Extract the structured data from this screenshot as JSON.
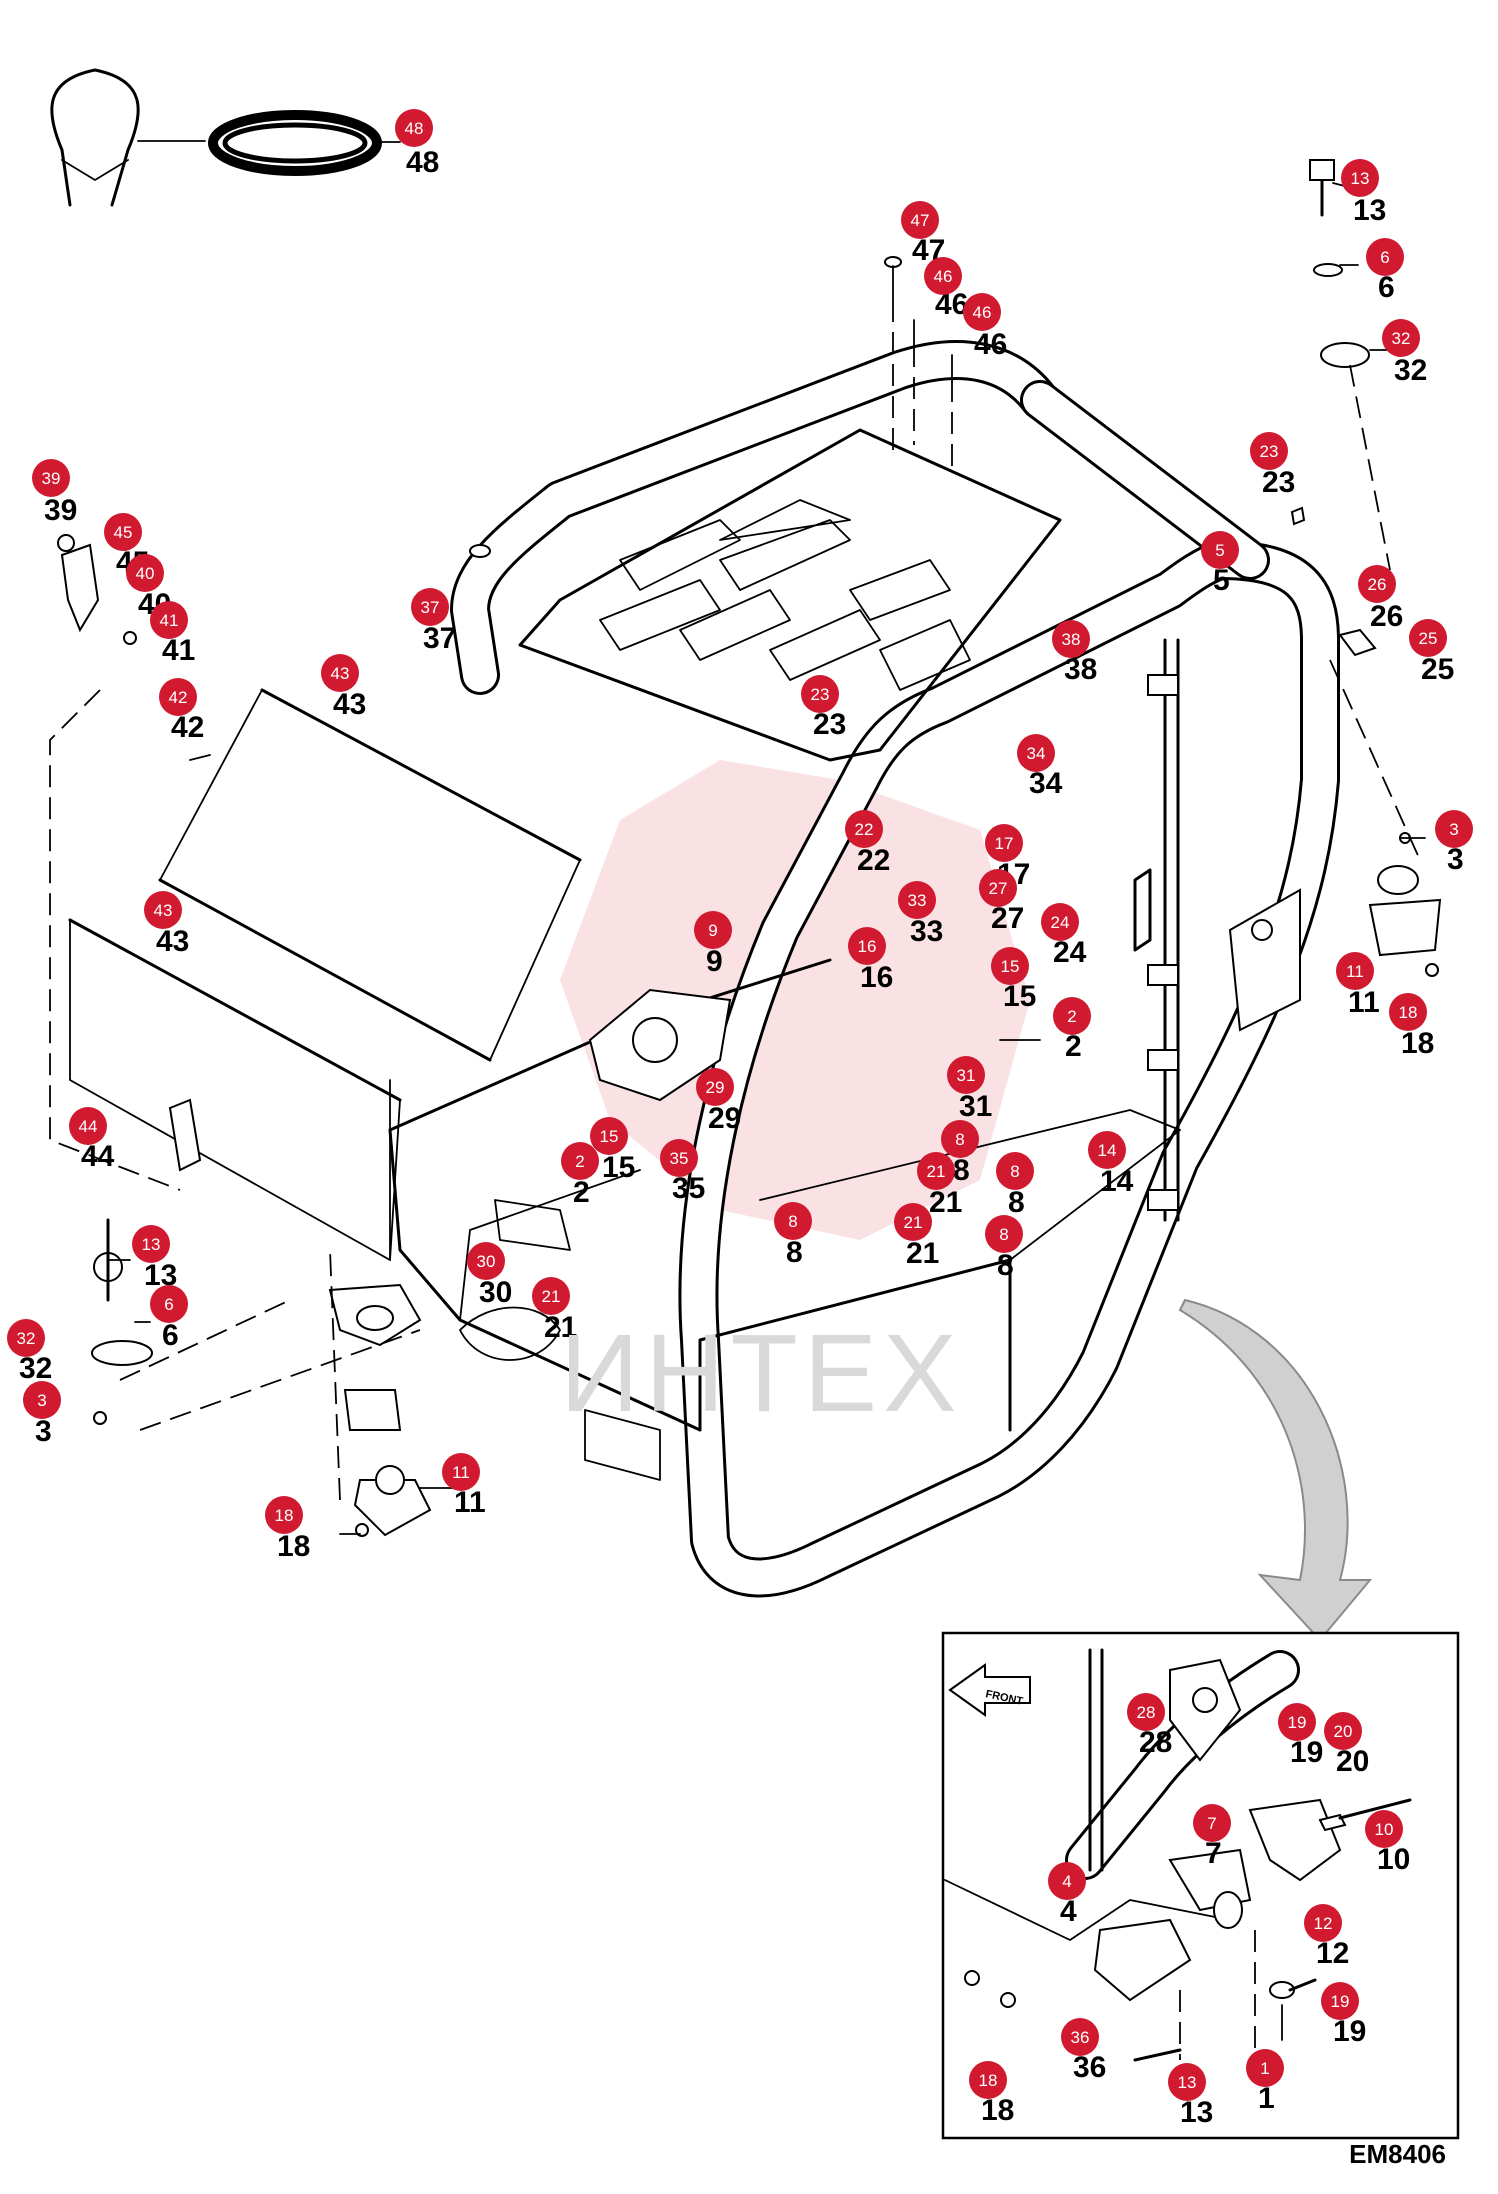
{
  "diagram": {
    "code": "EM8406",
    "brand": "ИНТЕХ",
    "front_label": "FRONT",
    "badge_color": "#d11a2f",
    "parts": [
      {
        "no": "48",
        "badge": "48"
      },
      {
        "no": "47",
        "badge": "47"
      },
      {
        "no": "46",
        "badge": "46"
      },
      {
        "no": "46",
        "badge": "46"
      },
      {
        "no": "13",
        "badge": "13"
      },
      {
        "no": "6",
        "badge": "6"
      },
      {
        "no": "32",
        "badge": "32"
      },
      {
        "no": "23",
        "badge": "23"
      },
      {
        "no": "5",
        "badge": "5"
      },
      {
        "no": "26",
        "badge": "26"
      },
      {
        "no": "25",
        "badge": "25"
      },
      {
        "no": "39",
        "badge": "39"
      },
      {
        "no": "45",
        "badge": "45"
      },
      {
        "no": "40",
        "badge": "40"
      },
      {
        "no": "41",
        "badge": "41"
      },
      {
        "no": "37",
        "badge": "37"
      },
      {
        "no": "43",
        "badge": "43"
      },
      {
        "no": "42",
        "badge": "42"
      },
      {
        "no": "23",
        "badge": "23"
      },
      {
        "no": "38",
        "badge": "38"
      },
      {
        "no": "34",
        "badge": "34"
      },
      {
        "no": "22",
        "badge": "22"
      },
      {
        "no": "17",
        "badge": "17"
      },
      {
        "no": "27",
        "badge": "27"
      },
      {
        "no": "33",
        "badge": "33"
      },
      {
        "no": "24",
        "badge": "24"
      },
      {
        "no": "3",
        "badge": "3"
      },
      {
        "no": "43",
        "badge": "43"
      },
      {
        "no": "9",
        "badge": "9"
      },
      {
        "no": "16",
        "badge": "16"
      },
      {
        "no": "15",
        "badge": "15"
      },
      {
        "no": "2",
        "badge": "2"
      },
      {
        "no": "11",
        "badge": "11"
      },
      {
        "no": "18",
        "badge": "18"
      },
      {
        "no": "31",
        "badge": "31"
      },
      {
        "no": "29",
        "badge": "29"
      },
      {
        "no": "8",
        "badge": "8"
      },
      {
        "no": "44",
        "badge": "44"
      },
      {
        "no": "15",
        "badge": "15"
      },
      {
        "no": "2",
        "badge": "2"
      },
      {
        "no": "35",
        "badge": "35"
      },
      {
        "no": "21",
        "badge": "21"
      },
      {
        "no": "8",
        "badge": "8"
      },
      {
        "no": "14",
        "badge": "14"
      },
      {
        "no": "8",
        "badge": "8"
      },
      {
        "no": "21",
        "badge": "21"
      },
      {
        "no": "8",
        "badge": "8"
      },
      {
        "no": "13",
        "badge": "13"
      },
      {
        "no": "30",
        "badge": "30"
      },
      {
        "no": "6",
        "badge": "6"
      },
      {
        "no": "21",
        "badge": "21"
      },
      {
        "no": "32",
        "badge": "32"
      },
      {
        "no": "3",
        "badge": "3"
      },
      {
        "no": "11",
        "badge": "11"
      },
      {
        "no": "18",
        "badge": "18"
      },
      {
        "no": "28",
        "badge": "28"
      },
      {
        "no": "19",
        "badge": "19"
      },
      {
        "no": "20",
        "badge": "20"
      },
      {
        "no": "10",
        "badge": "10"
      },
      {
        "no": "7",
        "badge": "7"
      },
      {
        "no": "4",
        "badge": "4"
      },
      {
        "no": "12",
        "badge": "12"
      },
      {
        "no": "19",
        "badge": "19"
      },
      {
        "no": "36",
        "badge": "36"
      },
      {
        "no": "1",
        "badge": "1"
      },
      {
        "no": "18",
        "badge": "18"
      },
      {
        "no": "13",
        "badge": "13"
      }
    ]
  }
}
